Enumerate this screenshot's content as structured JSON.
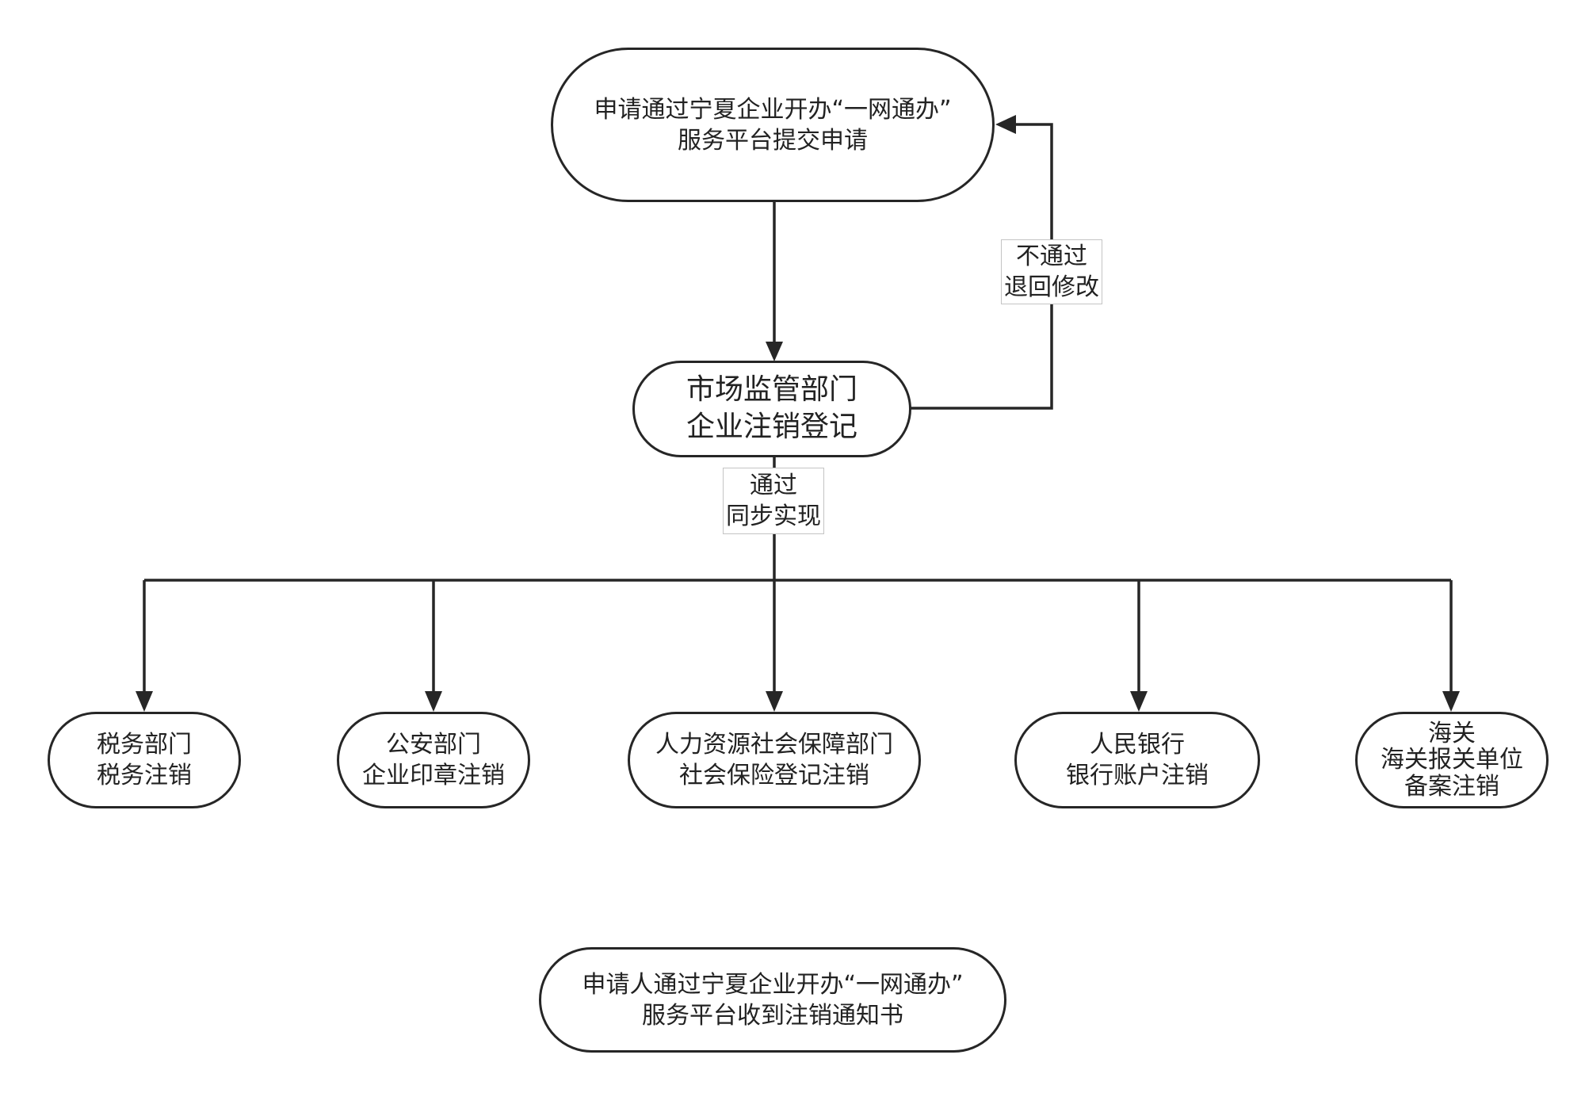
{
  "nodes": {
    "submit": {
      "lines": [
        "申请通过宁夏企业开办“一网通办”",
        "服务平台提交申请"
      ]
    },
    "market": {
      "lines": [
        "市场监管部门",
        "企业注销登记"
      ]
    },
    "tax": {
      "lines": [
        "税务部门",
        "税务注销"
      ]
    },
    "police": {
      "lines": [
        "公安部门",
        "企业印章注销"
      ]
    },
    "hr": {
      "lines": [
        "人力资源社会保障部门",
        "社会保险登记注销"
      ]
    },
    "bank": {
      "lines": [
        "人民银行",
        "银行账户注销"
      ]
    },
    "customs": {
      "lines": [
        "海关",
        "海关报关单位",
        "备案注销"
      ]
    },
    "notice": {
      "lines": [
        "申请人通过宁夏企业开办“一网通办”",
        "服务平台收到注销通知书"
      ]
    }
  },
  "edge_labels": {
    "reject": {
      "lines": [
        "不通过",
        "退回修改"
      ]
    },
    "pass": {
      "lines": [
        "通过",
        "同步实现"
      ]
    }
  }
}
